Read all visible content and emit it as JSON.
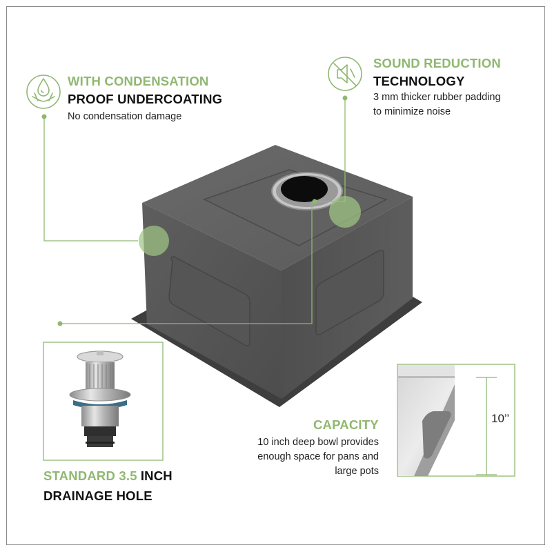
{
  "features": {
    "condensation": {
      "title_green": "WITH CONDENSATION",
      "title_black": "PROOF UNDERCOATING",
      "description": "No condensation damage",
      "icon": "water-drop-hands-icon"
    },
    "sound": {
      "title_green": "SOUND REDUCTION",
      "title_black": "TECHNOLOGY",
      "description_line1": "3 mm thicker rubber padding",
      "description_line2": "to minimize noise",
      "icon": "speaker-mute-icon"
    },
    "capacity": {
      "title_green": "CAPACITY",
      "description": "10 inch deep bowl provides enough space for pans and large pots",
      "depth_label": "10’’"
    },
    "drainage": {
      "title_green": "STANDARD 3.5",
      "title_black_inline": "INCH",
      "title_line2": "DRAINAGE HOLE"
    }
  },
  "colors": {
    "accent_green": "#8fb870",
    "sink_gray": "#5a5a5a",
    "text_dark": "#111111"
  }
}
